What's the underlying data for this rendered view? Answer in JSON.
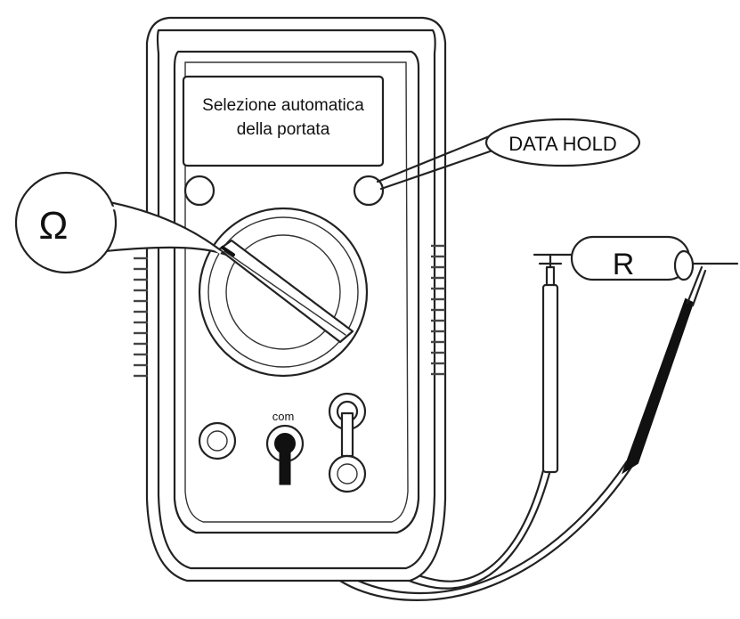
{
  "display": {
    "line1": "Selezione automatica",
    "line2": "della portata"
  },
  "callouts": {
    "data_hold": "DATA HOLD",
    "ohm": "Ω"
  },
  "resistor_label": "R",
  "jack_label": "com"
}
